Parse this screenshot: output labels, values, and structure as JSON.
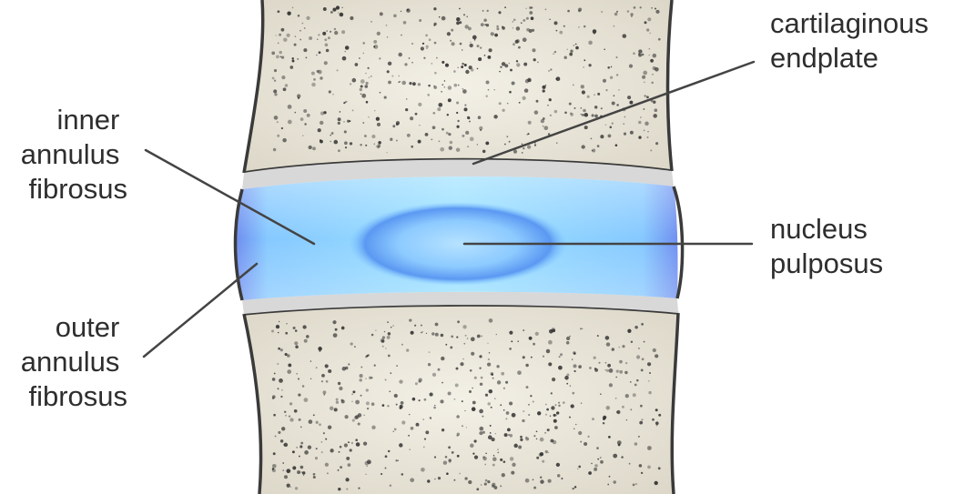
{
  "labels": {
    "cartilaginous_endplate": [
      "cartilaginous",
      "endplate"
    ],
    "inner_annulus_fibrosus": [
      "inner",
      "annulus",
      "fibrosus"
    ],
    "nucleus_pulposus": [
      "nucleus",
      "pulposus"
    ],
    "outer_annulus_fibrosus": [
      "outer",
      "annulus",
      "fibrosus"
    ]
  },
  "colors": {
    "bone": "#ece8dc",
    "bone_speckle": "#2b2b2b",
    "endplate": "#d9d9d9",
    "annulus_outer": "#6a8ff0",
    "annulus_inner": "#7fd3ff",
    "nucleus": "#63a8f5",
    "outline": "#3a3a3a"
  }
}
